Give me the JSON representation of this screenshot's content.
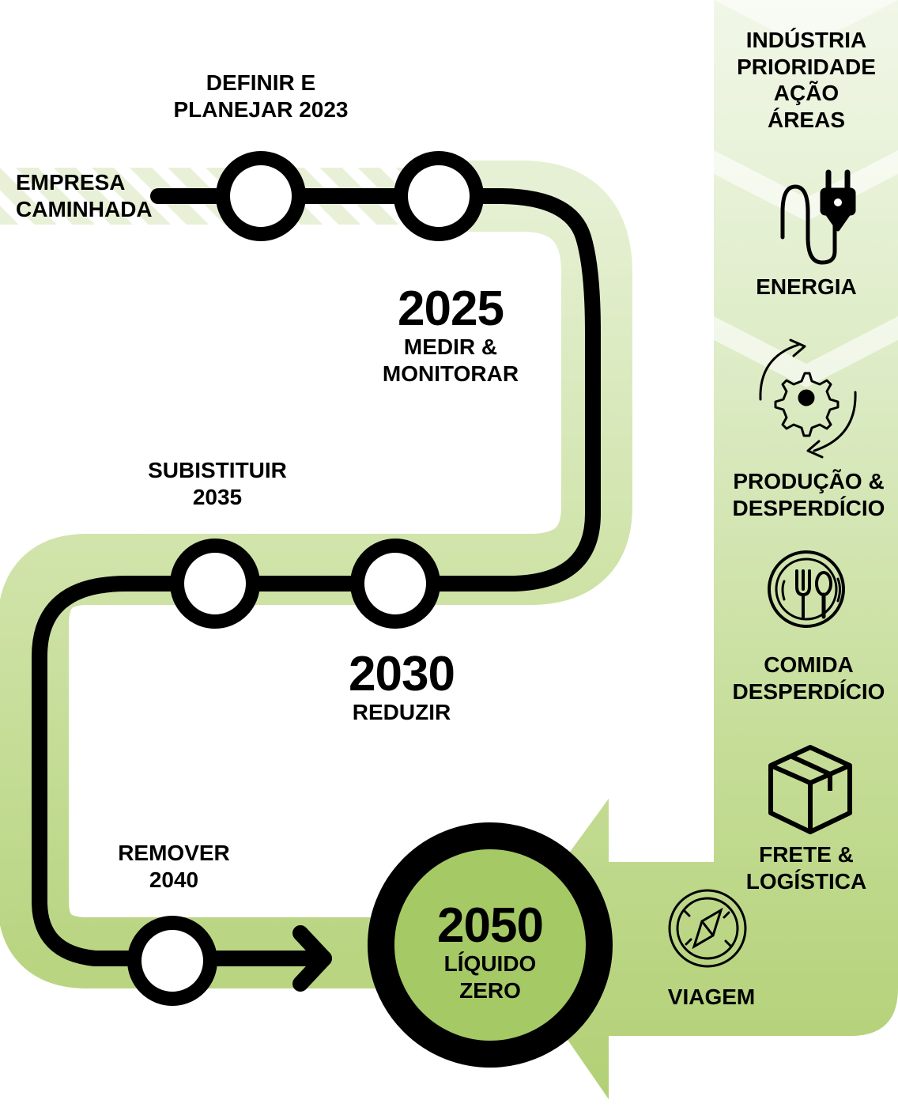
{
  "title_panel": {
    "lines": [
      "INDÚSTRIA",
      "PRIORIDADE",
      "AÇÃO",
      "ÁREAS"
    ]
  },
  "start": {
    "lines": [
      "EMPRESA",
      "CAMINHADA"
    ]
  },
  "milestones": {
    "m2023": {
      "lines": [
        "DEFINIR E",
        "PLANEJAR 2023"
      ]
    },
    "m2025": {
      "year": "2025",
      "lines": [
        "MEDIR &",
        "MONITORAR"
      ]
    },
    "m2035": {
      "lines": [
        "SUBISTITUIR",
        "2035"
      ]
    },
    "m2030": {
      "year": "2030",
      "lines": [
        "REDUZIR"
      ]
    },
    "m2040": {
      "lines": [
        "REMOVER",
        "2040"
      ]
    },
    "m2050": {
      "year": "2050",
      "lines": [
        "LÍQUIDO",
        "ZERO"
      ]
    }
  },
  "priority_areas": [
    {
      "icon": "plug-icon",
      "lines": [
        "ENERGIA"
      ]
    },
    {
      "icon": "gear-cycle-icon",
      "lines": [
        "PRODUÇÃO &",
        "DESPERDÍCIO"
      ]
    },
    {
      "icon": "fork-spoon-icon",
      "lines": [
        "COMIDA",
        "DESPERDÍCIO"
      ]
    },
    {
      "icon": "box-icon",
      "lines": [
        "FRETE &",
        "LOGÍSTICA"
      ]
    },
    {
      "icon": "compass-icon",
      "lines": [
        "VIAGEM"
      ]
    }
  ],
  "colors": {
    "green_dark": "#b2d075",
    "green_mid": "#c8df9c",
    "green_light": "#e3efcf",
    "green_pale": "#eff6e4",
    "line": "#000000",
    "circle_fill": "#ffffff",
    "goal_fill": "#a5c965"
  }
}
